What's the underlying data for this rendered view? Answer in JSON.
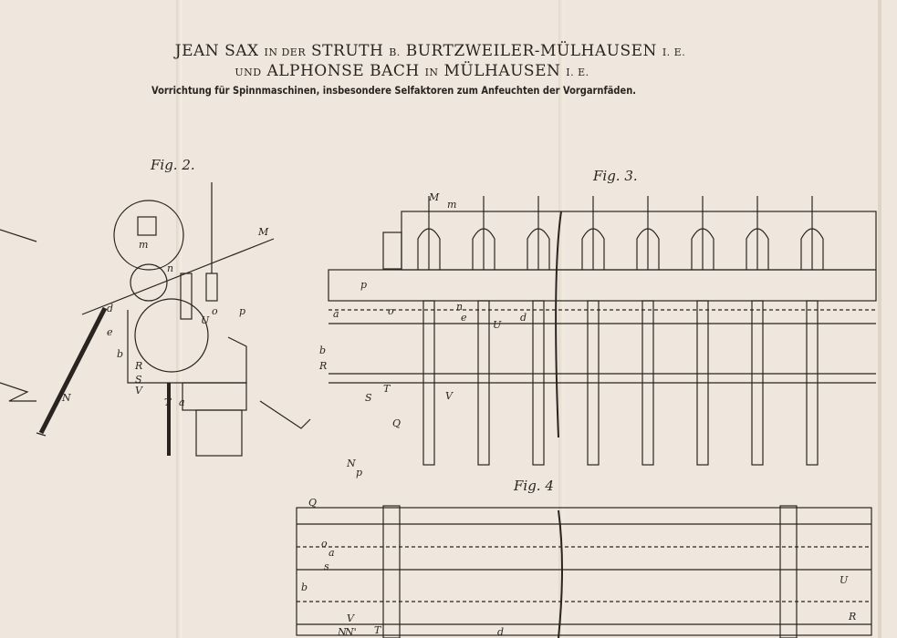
{
  "header": {
    "inventor1": "JEAN SAX",
    "in1": "IN DER",
    "place1": "STRUTH",
    "b": "B.",
    "place2": "BURTZWEILER-MÜLHAUSEN",
    "ie1": "I. E.",
    "und": "UND",
    "inventor2": "ALPHONSE BACH",
    "in2": "IN",
    "place3": "MÜLHAUSEN",
    "ie2": "I. E.",
    "title": "Vorrichtung für Spinnmaschinen, insbesondere Selfaktoren zum Anfeuchten der Vorgarnfäden."
  },
  "figures": {
    "fig2": "Fig. 2.",
    "fig3": "Fig. 3.",
    "fig4": "Fig. 4"
  },
  "labels": {
    "fig2": [
      "M",
      "m",
      "n",
      "d",
      "e",
      "o",
      "p",
      "b",
      "R",
      "S",
      "V",
      "T",
      "a",
      "U",
      "N"
    ],
    "fig3": [
      "M",
      "m",
      "n",
      "p",
      "o",
      "a",
      "e",
      "d",
      "b",
      "R",
      "S",
      "T",
      "V",
      "U",
      "Q",
      "N"
    ],
    "fig4": [
      "p",
      "Q",
      "o",
      "a",
      "s",
      "b",
      "R",
      "V",
      "U",
      "T",
      "N",
      "N'",
      "d"
    ]
  },
  "colors": {
    "paper": "#efe7dd",
    "ink": "#2a2420",
    "fold": "#d9cdbf"
  }
}
